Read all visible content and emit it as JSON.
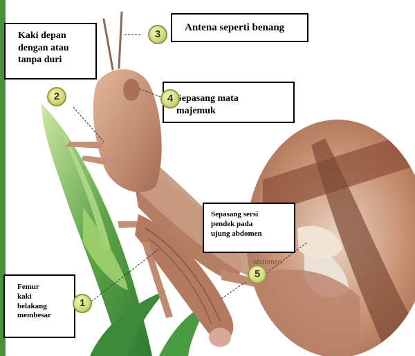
{
  "labels": {
    "antenna": "Antena seperti benang",
    "front_leg": [
      "Kaki depan",
      "dengan atau",
      "tanpa duri"
    ],
    "eyes": [
      "Sepasang mata",
      "majemuk"
    ],
    "cerci": [
      "Sepasang sersi",
      "pendek pada",
      "ujung abdomen"
    ],
    "femur": [
      "Femur",
      "kaki",
      "belakang",
      "membesar"
    ]
  },
  "badges": {
    "b1": "1",
    "b2": "2",
    "b3": "3",
    "b4": "4",
    "b5": "5"
  },
  "inset_text": "abdomen",
  "colors": {
    "label_border": "#000000",
    "badge_fill": "#dbe08a",
    "grasshopper": "#c9967a",
    "leaf": "#3f8a3a",
    "inset_bg": "#c58a69"
  }
}
